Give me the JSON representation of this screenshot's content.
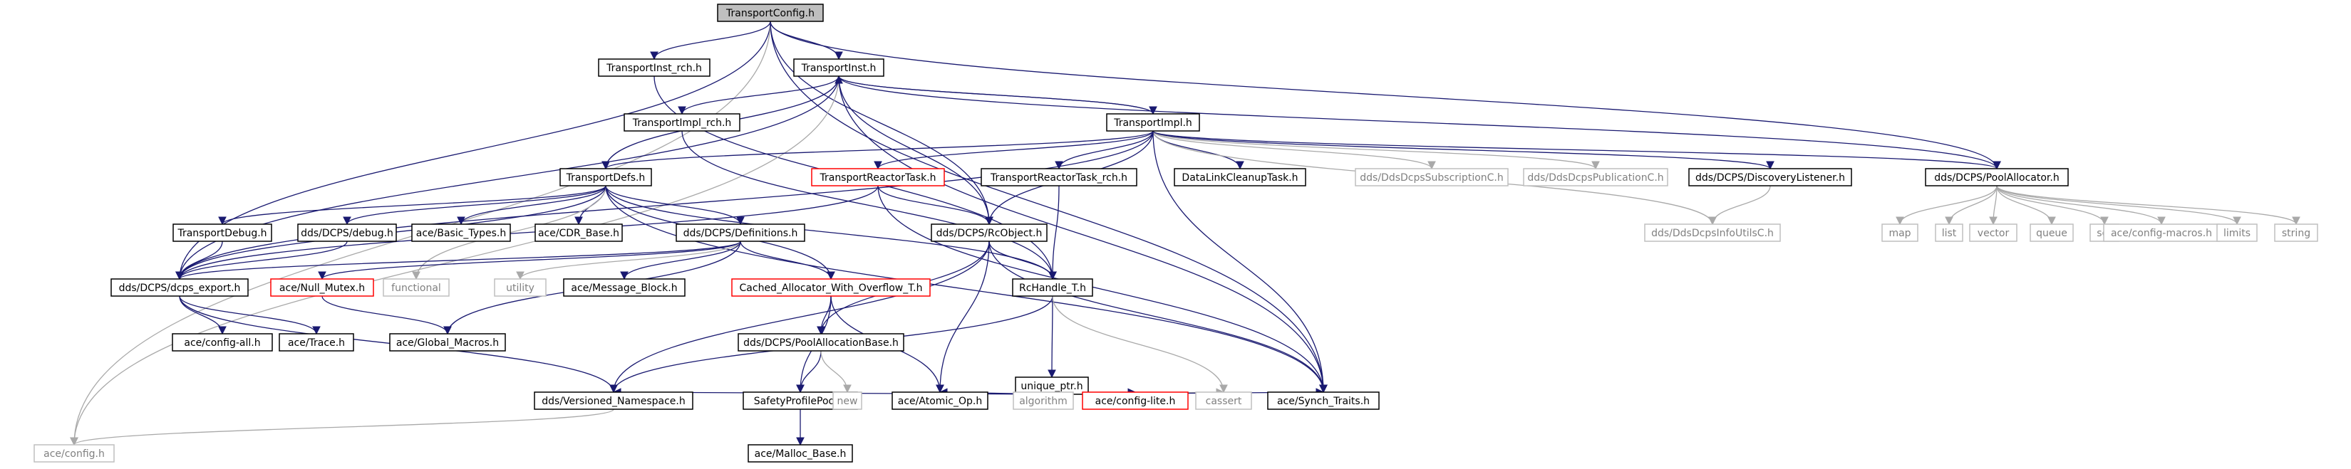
{
  "title": "TransportConfig.h",
  "nodes": [
    {
      "id": "TransportConfig",
      "label": "TransportConfig.h",
      "style": "root"
    },
    {
      "id": "TransportInst_rch",
      "label": "TransportInst_rch.h",
      "style": "normal"
    },
    {
      "id": "TransportInst",
      "label": "TransportInst.h",
      "style": "normal"
    },
    {
      "id": "TransportImpl_rch",
      "label": "TransportImpl_rch.h",
      "style": "normal"
    },
    {
      "id": "TransportImpl",
      "label": "TransportImpl.h",
      "style": "normal"
    },
    {
      "id": "TransportDefs",
      "label": "TransportDefs.h",
      "style": "normal"
    },
    {
      "id": "TransportReactorTask",
      "label": "TransportReactorTask.h",
      "style": "red"
    },
    {
      "id": "TransportReactorTask_rch",
      "label": "TransportReactorTask_rch.h",
      "style": "normal"
    },
    {
      "id": "DataLinkCleanupTask",
      "label": "DataLinkCleanupTask.h",
      "style": "normal"
    },
    {
      "id": "DdsDcpsSubscriptionC",
      "label": "dds/DdsDcpsSubscriptionC.h",
      "style": "gray"
    },
    {
      "id": "DdsDcpsPublicationC",
      "label": "dds/DdsDcpsPublicationC.h",
      "style": "gray"
    },
    {
      "id": "DiscoveryListener",
      "label": "dds/DCPS/DiscoveryListener.h",
      "style": "normal"
    },
    {
      "id": "PoolAllocator",
      "label": "dds/DCPS/PoolAllocator.h",
      "style": "normal"
    },
    {
      "id": "DdsDcpsInfoUtilsC",
      "label": "dds/DdsDcpsInfoUtilsC.h",
      "style": "gray"
    },
    {
      "id": "TransportDebug",
      "label": "TransportDebug.h",
      "style": "normal"
    },
    {
      "id": "dcps_debug",
      "label": "dds/DCPS/debug.h",
      "style": "normal"
    },
    {
      "id": "Basic_Types",
      "label": "ace/Basic_Types.h",
      "style": "normal"
    },
    {
      "id": "CDR_Base",
      "label": "ace/CDR_Base.h",
      "style": "normal"
    },
    {
      "id": "Definitions",
      "label": "dds/DCPS/Definitions.h",
      "style": "normal"
    },
    {
      "id": "RcObject",
      "label": "dds/DCPS/RcObject.h",
      "style": "normal"
    },
    {
      "id": "map",
      "label": "map",
      "style": "gray"
    },
    {
      "id": "list",
      "label": "list",
      "style": "gray"
    },
    {
      "id": "vector",
      "label": "vector",
      "style": "gray"
    },
    {
      "id": "queue",
      "label": "queue",
      "style": "gray"
    },
    {
      "id": "set",
      "label": "set",
      "style": "gray"
    },
    {
      "id": "config_macros",
      "label": "ace/config-macros.h",
      "style": "gray"
    },
    {
      "id": "limits",
      "label": "limits",
      "style": "gray"
    },
    {
      "id": "string",
      "label": "string",
      "style": "gray"
    },
    {
      "id": "dcps_export",
      "label": "dds/DCPS/dcps_export.h",
      "style": "normal"
    },
    {
      "id": "Null_Mutex",
      "label": "ace/Null_Mutex.h",
      "style": "red"
    },
    {
      "id": "functional",
      "label": "functional",
      "style": "gray"
    },
    {
      "id": "utility",
      "label": "utility",
      "style": "gray"
    },
    {
      "id": "Message_Block",
      "label": "ace/Message_Block.h",
      "style": "normal"
    },
    {
      "id": "Cached_Allocator",
      "label": "Cached_Allocator_With_Overflow_T.h",
      "style": "red"
    },
    {
      "id": "RcHandle_T",
      "label": "RcHandle_T.h",
      "style": "normal"
    },
    {
      "id": "config_all",
      "label": "ace/config-all.h",
      "style": "normal"
    },
    {
      "id": "ace_Trace",
      "label": "ace/Trace.h",
      "style": "normal"
    },
    {
      "id": "Global_Macros",
      "label": "ace/Global_Macros.h",
      "style": "normal"
    },
    {
      "id": "PoolAllocationBase",
      "label": "dds/DCPS/PoolAllocationBase.h",
      "style": "normal"
    },
    {
      "id": "unique_ptr",
      "label": "unique_ptr.h",
      "style": "normal"
    },
    {
      "id": "Versioned_Namespace",
      "label": "dds/Versioned_Namespace.h",
      "style": "normal"
    },
    {
      "id": "SafetyProfilePool",
      "label": "SafetyProfilePool.h",
      "style": "normal"
    },
    {
      "id": "new",
      "label": "new",
      "style": "gray"
    },
    {
      "id": "Atomic_Op",
      "label": "ace/Atomic_Op.h",
      "style": "normal"
    },
    {
      "id": "algorithm",
      "label": "algorithm",
      "style": "gray"
    },
    {
      "id": "config_lite",
      "label": "ace/config-lite.h",
      "style": "red"
    },
    {
      "id": "cassert",
      "label": "cassert",
      "style": "gray"
    },
    {
      "id": "Synch_Traits",
      "label": "ace/Synch_Traits.h",
      "style": "normal"
    },
    {
      "id": "ace_config",
      "label": "ace/config.h",
      "style": "gray"
    },
    {
      "id": "Malloc_Base",
      "label": "ace/Malloc_Base.h",
      "style": "normal"
    }
  ],
  "edges": [
    [
      "TransportConfig",
      "TransportInst_rch"
    ],
    [
      "TransportConfig",
      "TransportInst"
    ],
    [
      "TransportConfig",
      "PoolAllocator"
    ],
    [
      "TransportConfig",
      "RcObject"
    ],
    [
      "TransportConfig",
      "dcps_export"
    ],
    [
      "TransportConfig",
      "ace_config"
    ],
    [
      "TransportConfig",
      "Synch_Traits"
    ],
    [
      "TransportInst_rch",
      "RcHandle_T"
    ],
    [
      "TransportInst",
      "TransportImpl_rch"
    ],
    [
      "TransportInst",
      "TransportImpl"
    ],
    [
      "TransportInst",
      "TransportDefs"
    ],
    [
      "TransportInst",
      "RcObject"
    ],
    [
      "TransportInst",
      "PoolAllocator"
    ],
    [
      "TransportInst",
      "dcps_export"
    ],
    [
      "TransportInst",
      "ace_config"
    ],
    [
      "TransportInst",
      "Synch_Traits"
    ],
    [
      "TransportImpl",
      "TransportInst"
    ],
    [
      "TransportImpl",
      "TransportDefs"
    ],
    [
      "TransportImpl",
      "TransportReactorTask"
    ],
    [
      "TransportImpl",
      "TransportReactorTask_rch"
    ],
    [
      "TransportImpl",
      "DataLinkCleanupTask"
    ],
    [
      "TransportImpl",
      "DdsDcpsSubscriptionC"
    ],
    [
      "TransportImpl",
      "DdsDcpsPublicationC"
    ],
    [
      "TransportImpl",
      "DiscoveryListener"
    ],
    [
      "TransportImpl",
      "PoolAllocator"
    ],
    [
      "TransportImpl",
      "DdsDcpsInfoUtilsC"
    ],
    [
      "TransportImpl",
      "RcObject"
    ],
    [
      "TransportImpl",
      "dcps_export"
    ],
    [
      "TransportImpl",
      "Synch_Traits"
    ],
    [
      "TransportImpl_rch",
      "RcHandle_T"
    ],
    [
      "TransportDefs",
      "TransportDebug"
    ],
    [
      "TransportDefs",
      "dcps_debug"
    ],
    [
      "TransportDefs",
      "Basic_Types"
    ],
    [
      "TransportDefs",
      "CDR_Base"
    ],
    [
      "TransportDefs",
      "Definitions"
    ],
    [
      "TransportDefs",
      "Cached_Allocator"
    ],
    [
      "TransportDefs",
      "RcHandle_T"
    ],
    [
      "TransportDefs",
      "Synch_Traits"
    ],
    [
      "TransportDefs",
      "functional"
    ],
    [
      "TransportDefs",
      "dcps_export"
    ],
    [
      "TransportReactorTask",
      "RcObject"
    ],
    [
      "TransportReactorTask",
      "dcps_export"
    ],
    [
      "TransportReactorTask",
      "Synch_Traits"
    ],
    [
      "TransportReactorTask_rch",
      "RcHandle_T"
    ],
    [
      "DiscoveryListener",
      "DdsDcpsInfoUtilsC"
    ],
    [
      "PoolAllocator",
      "map"
    ],
    [
      "PoolAllocator",
      "list"
    ],
    [
      "PoolAllocator",
      "vector"
    ],
    [
      "PoolAllocator",
      "queue"
    ],
    [
      "PoolAllocator",
      "set"
    ],
    [
      "PoolAllocator",
      "config_macros"
    ],
    [
      "PoolAllocator",
      "limits"
    ],
    [
      "PoolAllocator",
      "string"
    ],
    [
      "TransportDebug",
      "dcps_export"
    ],
    [
      "dcps_debug",
      "dcps_export"
    ],
    [
      "Definitions",
      "dcps_export"
    ],
    [
      "Definitions",
      "Null_Mutex"
    ],
    [
      "Definitions",
      "utility"
    ],
    [
      "Definitions",
      "Message_Block"
    ],
    [
      "Definitions",
      "Cached_Allocator"
    ],
    [
      "Definitions",
      "Global_Macros"
    ],
    [
      "RcObject",
      "RcHandle_T"
    ],
    [
      "RcObject",
      "PoolAllocationBase"
    ],
    [
      "RcObject",
      "Atomic_Op"
    ],
    [
      "RcObject",
      "Versioned_Namespace"
    ],
    [
      "RcObject",
      "Synch_Traits"
    ],
    [
      "dcps_export",
      "config_all"
    ],
    [
      "dcps_export",
      "ace_Trace"
    ],
    [
      "dcps_export",
      "Versioned_Namespace"
    ],
    [
      "Null_Mutex",
      "Global_Macros"
    ],
    [
      "Cached_Allocator",
      "PoolAllocationBase"
    ],
    [
      "Cached_Allocator",
      "SafetyProfilePool"
    ],
    [
      "Cached_Allocator",
      "Atomic_Op"
    ],
    [
      "RcHandle_T",
      "unique_ptr"
    ],
    [
      "RcHandle_T",
      "Versioned_Namespace"
    ],
    [
      "RcHandle_T",
      "cassert"
    ],
    [
      "PoolAllocationBase",
      "SafetyProfilePool"
    ],
    [
      "PoolAllocationBase",
      "new"
    ],
    [
      "unique_ptr",
      "Versioned_Namespace"
    ],
    [
      "unique_ptr",
      "Atomic_Op"
    ],
    [
      "unique_ptr",
      "algorithm"
    ],
    [
      "unique_ptr",
      "config_lite"
    ],
    [
      "unique_ptr",
      "cassert"
    ],
    [
      "unique_ptr",
      "Synch_Traits"
    ],
    [
      "Versioned_Namespace",
      "ace_config"
    ],
    [
      "SafetyProfilePool",
      "Malloc_Base"
    ]
  ],
  "colors": {
    "root_fill": "#bfbfbf",
    "root_stroke": "#000000",
    "node_fill": "#ffffff",
    "node_stroke": "#000000",
    "red_stroke": "#ff0000",
    "gray_stroke": "#bfbfbf",
    "gray_text": "#808080",
    "edge": "#191970",
    "edge_to_gray": "#a9a9a9"
  }
}
